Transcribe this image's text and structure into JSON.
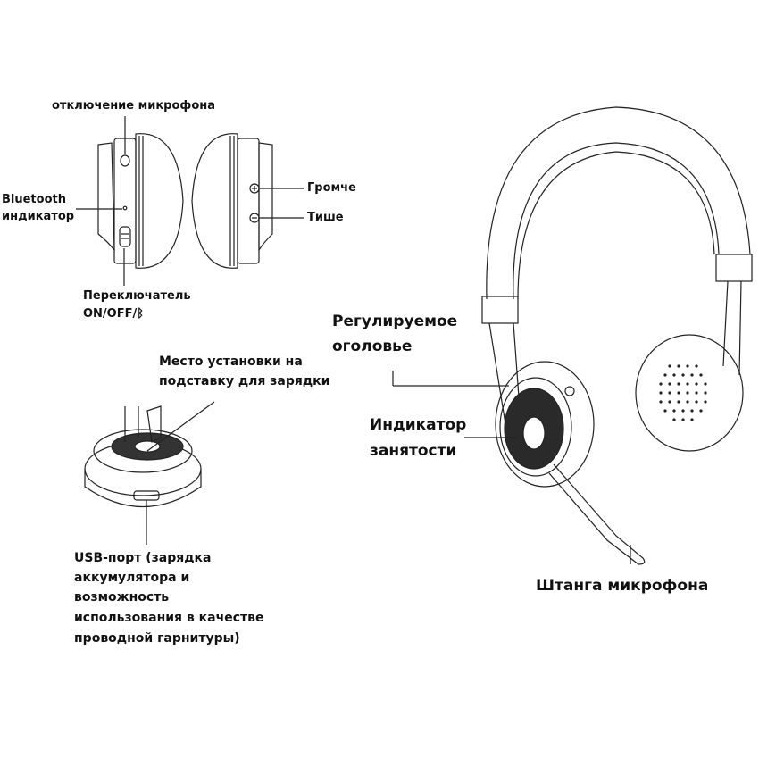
{
  "diagram": {
    "title": "Headset components",
    "labels": {
      "mic_mute": "отключение микрофона",
      "bt_indicator_1": "Bluetooth",
      "bt_indicator_2": "индикатор",
      "switch_1": "Переключатель",
      "switch_2": "ON/OFF/",
      "bt_glyph": "ᛒ",
      "volume_up": "Громче",
      "volume_down": "Тише",
      "charging_1": "Место установки на",
      "charging_2": "подставку для зарядки",
      "usb_1": "USB-порт (зарядка",
      "usb_2": "аккумулятора и",
      "usb_3": "возможность",
      "usb_4": "использования в качестве",
      "usb_5": "проводной гарнитуры)",
      "headband_1": "Регулируемое",
      "headband_2": "оголовье",
      "busy_1": "Индикатор",
      "busy_2": "занятости",
      "boom": "Штанга микрофона"
    },
    "colors": {
      "line": "#222222",
      "text": "#111111",
      "background": "#ffffff"
    }
  }
}
